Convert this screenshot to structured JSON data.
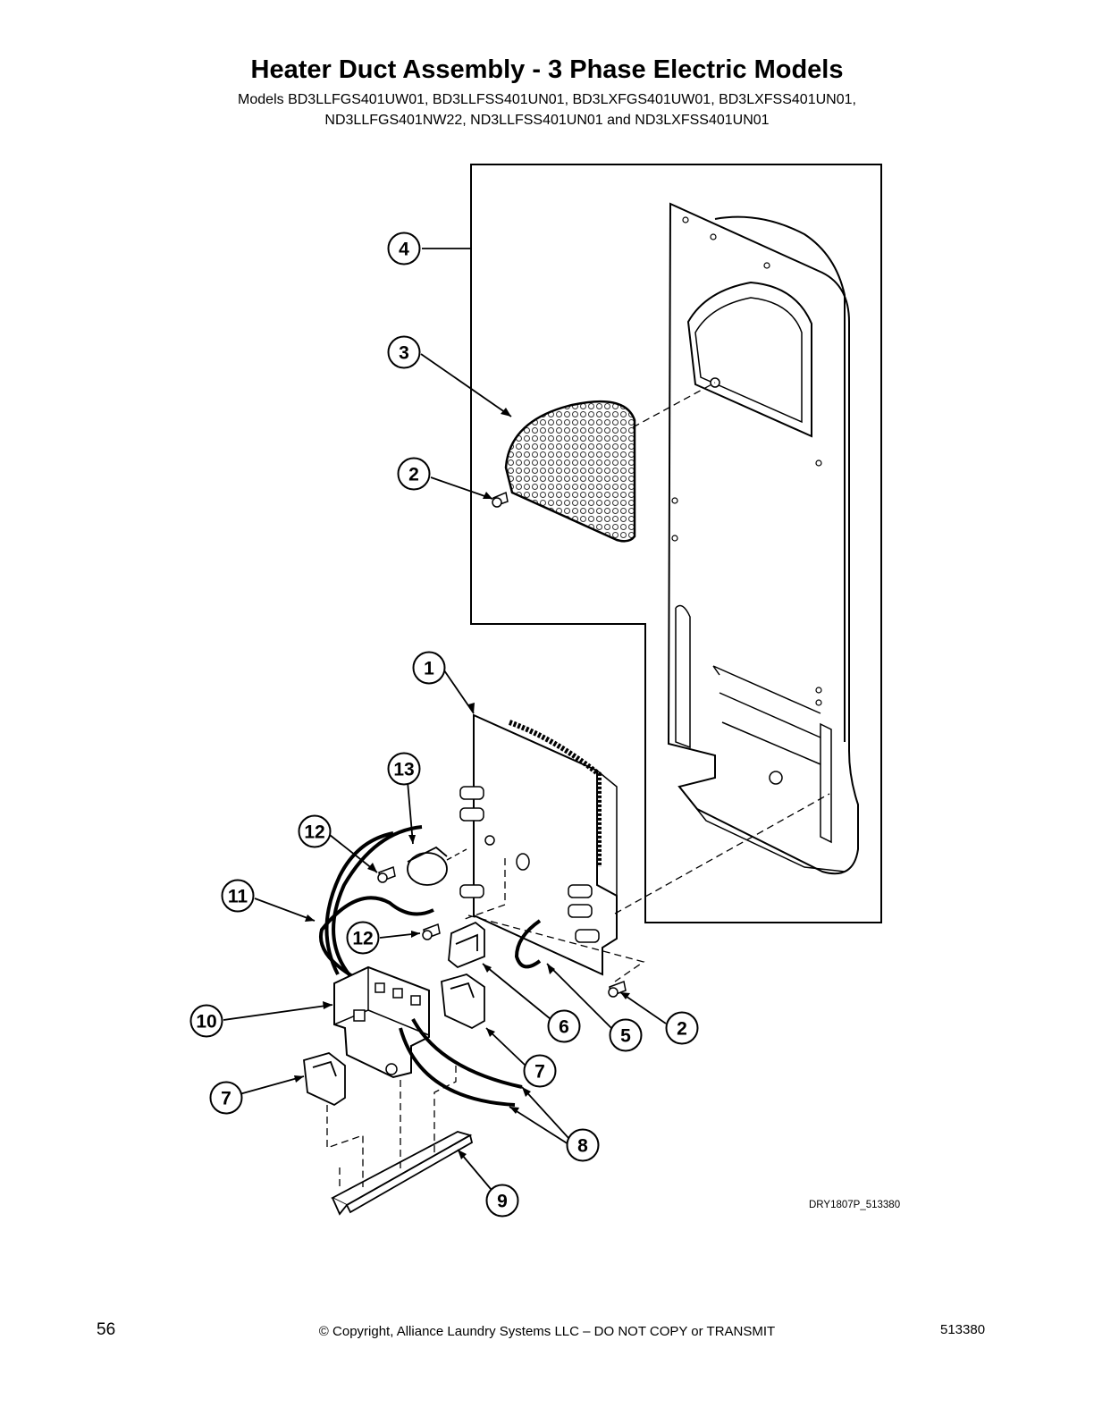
{
  "header": {
    "title": "Heater Duct Assembly - 3 Phase Electric Models",
    "models_line1": "Models BD3LLFGS401UW01, BD3LLFSS401UN01, BD3LXFGS401UW01, BD3LXFSS401UN01,",
    "models_line2": "ND3LLFGS401NW22, ND3LLFSS401UN01 and ND3LXFSS401UN01"
  },
  "diagram": {
    "drawing_code": "DRY1807P_513380",
    "callouts": [
      "4",
      "3",
      "2",
      "1",
      "13",
      "12",
      "11",
      "12",
      "10",
      "6",
      "5",
      "2",
      "7",
      "7",
      "8",
      "9"
    ]
  },
  "footer": {
    "page_number": "56",
    "copyright": "© Copyright, Alliance Laundry Systems LLC – DO NOT COPY or TRANSMIT",
    "doc_number": "513380"
  }
}
